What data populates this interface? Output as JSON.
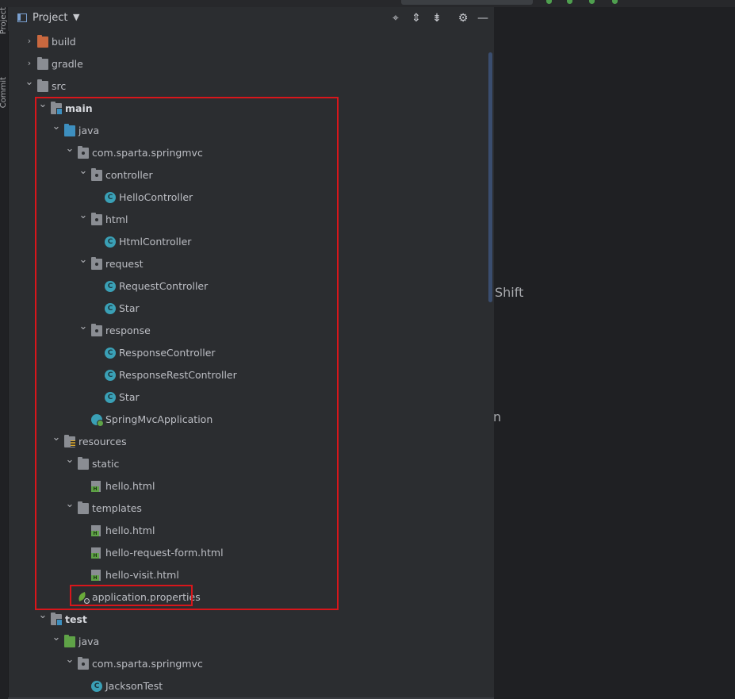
{
  "toolwindow": {
    "title": "Project",
    "dropdown_glyph": "▼",
    "actions": [
      {
        "name": "locate-icon",
        "glyph": "⌖"
      },
      {
        "name": "expand-all-icon",
        "glyph": "⇕"
      },
      {
        "name": "collapse-all-icon",
        "glyph": "⇟"
      },
      {
        "name": "gear-icon",
        "glyph": "⚙"
      },
      {
        "name": "minimize-icon",
        "glyph": "—"
      }
    ]
  },
  "side_stripe": {
    "project_label": "Project",
    "commit_label": "Commit"
  },
  "tree": [
    {
      "label": "build",
      "depth": 0,
      "expanded": false,
      "icon": "folder-orange-icon",
      "bold": false
    },
    {
      "label": "gradle",
      "depth": 0,
      "expanded": false,
      "icon": "folder-gray-icon",
      "bold": false
    },
    {
      "label": "src",
      "depth": 0,
      "expanded": true,
      "icon": "folder-gray-icon",
      "bold": false
    },
    {
      "label": "main",
      "depth": 1,
      "expanded": true,
      "icon": "module-folder-icon",
      "bold": true
    },
    {
      "label": "java",
      "depth": 2,
      "expanded": true,
      "icon": "source-folder-icon",
      "bold": false
    },
    {
      "label": "com.sparta.springmvc",
      "depth": 3,
      "expanded": true,
      "icon": "package-icon",
      "bold": false
    },
    {
      "label": "controller",
      "depth": 4,
      "expanded": true,
      "icon": "package-icon",
      "bold": false
    },
    {
      "label": "HelloController",
      "depth": 5,
      "expanded": null,
      "icon": "class-icon",
      "bold": false
    },
    {
      "label": "html",
      "depth": 4,
      "expanded": true,
      "icon": "package-icon",
      "bold": false
    },
    {
      "label": "HtmlController",
      "depth": 5,
      "expanded": null,
      "icon": "class-icon",
      "bold": false
    },
    {
      "label": "request",
      "depth": 4,
      "expanded": true,
      "icon": "package-icon",
      "bold": false
    },
    {
      "label": "RequestController",
      "depth": 5,
      "expanded": null,
      "icon": "class-icon",
      "bold": false
    },
    {
      "label": "Star",
      "depth": 5,
      "expanded": null,
      "icon": "class-icon",
      "bold": false
    },
    {
      "label": "response",
      "depth": 4,
      "expanded": true,
      "icon": "package-icon",
      "bold": false
    },
    {
      "label": "ResponseController",
      "depth": 5,
      "expanded": null,
      "icon": "class-icon",
      "bold": false
    },
    {
      "label": "ResponseRestController",
      "depth": 5,
      "expanded": null,
      "icon": "class-icon",
      "bold": false
    },
    {
      "label": "Star",
      "depth": 5,
      "expanded": null,
      "icon": "class-icon",
      "bold": false
    },
    {
      "label": "SpringMvcApplication",
      "depth": 4,
      "expanded": null,
      "icon": "spring-boot-class-icon",
      "bold": false
    },
    {
      "label": "resources",
      "depth": 2,
      "expanded": true,
      "icon": "resources-folder-icon",
      "bold": false
    },
    {
      "label": "static",
      "depth": 3,
      "expanded": true,
      "icon": "folder-gray-icon",
      "bold": false
    },
    {
      "label": "hello.html",
      "depth": 4,
      "expanded": null,
      "icon": "html-file-icon",
      "bold": false
    },
    {
      "label": "templates",
      "depth": 3,
      "expanded": true,
      "icon": "folder-gray-icon",
      "bold": false
    },
    {
      "label": "hello.html",
      "depth": 4,
      "expanded": null,
      "icon": "html-file-icon",
      "bold": false
    },
    {
      "label": "hello-request-form.html",
      "depth": 4,
      "expanded": null,
      "icon": "html-file-icon",
      "bold": false
    },
    {
      "label": "hello-visit.html",
      "depth": 4,
      "expanded": null,
      "icon": "html-file-icon",
      "bold": false
    },
    {
      "label": "application.properties",
      "depth": 3,
      "expanded": null,
      "icon": "properties-file-icon",
      "bold": false
    },
    {
      "label": "test",
      "depth": 1,
      "expanded": true,
      "icon": "module-folder-icon",
      "bold": true
    },
    {
      "label": "java",
      "depth": 2,
      "expanded": true,
      "icon": "test-source-folder-icon",
      "bold": false
    },
    {
      "label": "com.sparta.springmvc",
      "depth": 3,
      "expanded": true,
      "icon": "package-icon",
      "bold": false
    },
    {
      "label": "JacksonTest",
      "depth": 4,
      "expanded": null,
      "icon": "test-class-icon",
      "bold": false
    }
  ],
  "right_pane": {
    "text_shift": "Shift",
    "text_m": "n"
  },
  "colors": {
    "highlight_border": "#d8161b",
    "background": "#2b2d30"
  }
}
